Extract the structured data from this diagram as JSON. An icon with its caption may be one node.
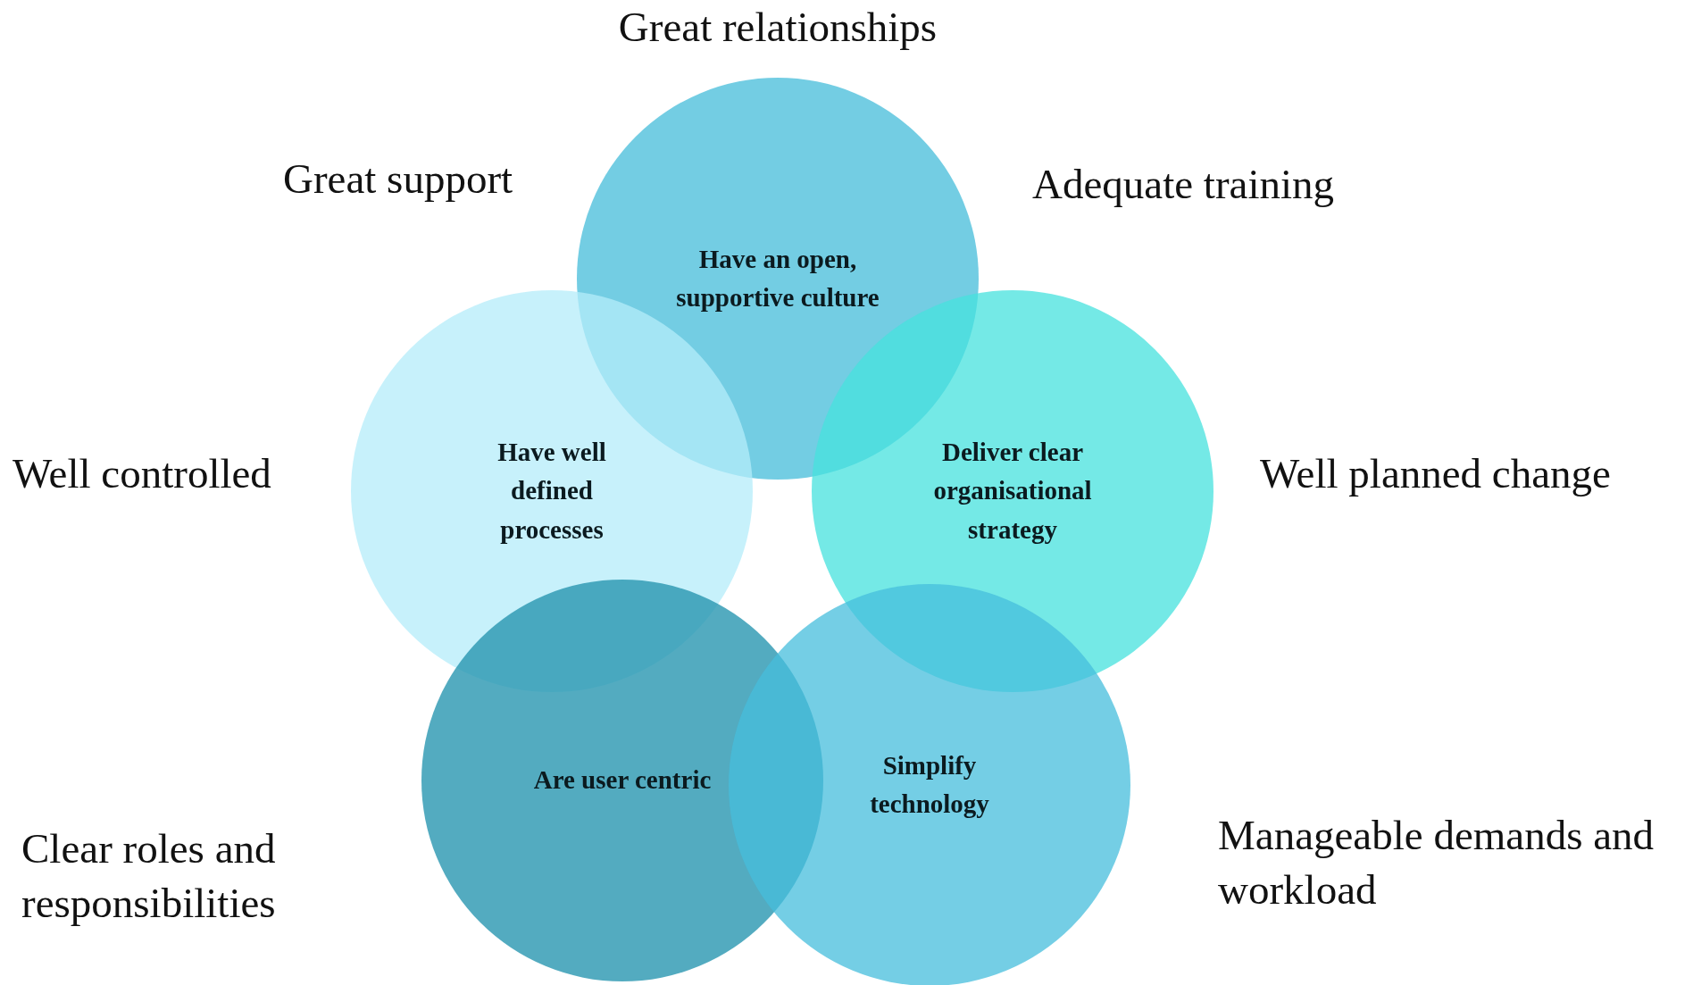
{
  "diagram": {
    "nodes": [
      {
        "text": [
          "Have an open, supportive culture"
        ]
      },
      {
        "text": [
          "Have well defined processes"
        ]
      },
      {
        "text": [
          "Deliver clear organisational strategy"
        ]
      },
      {
        "text": [
          "Are user centric"
        ]
      },
      {
        "text": [
          "Simplify technology"
        ]
      }
    ],
    "labels": [
      "Great relationships",
      "Great support",
      "Adequate training",
      "Well controlled",
      "Well planned change",
      "Clear roles and responsibilities",
      "Manageable demands and workload"
    ]
  }
}
